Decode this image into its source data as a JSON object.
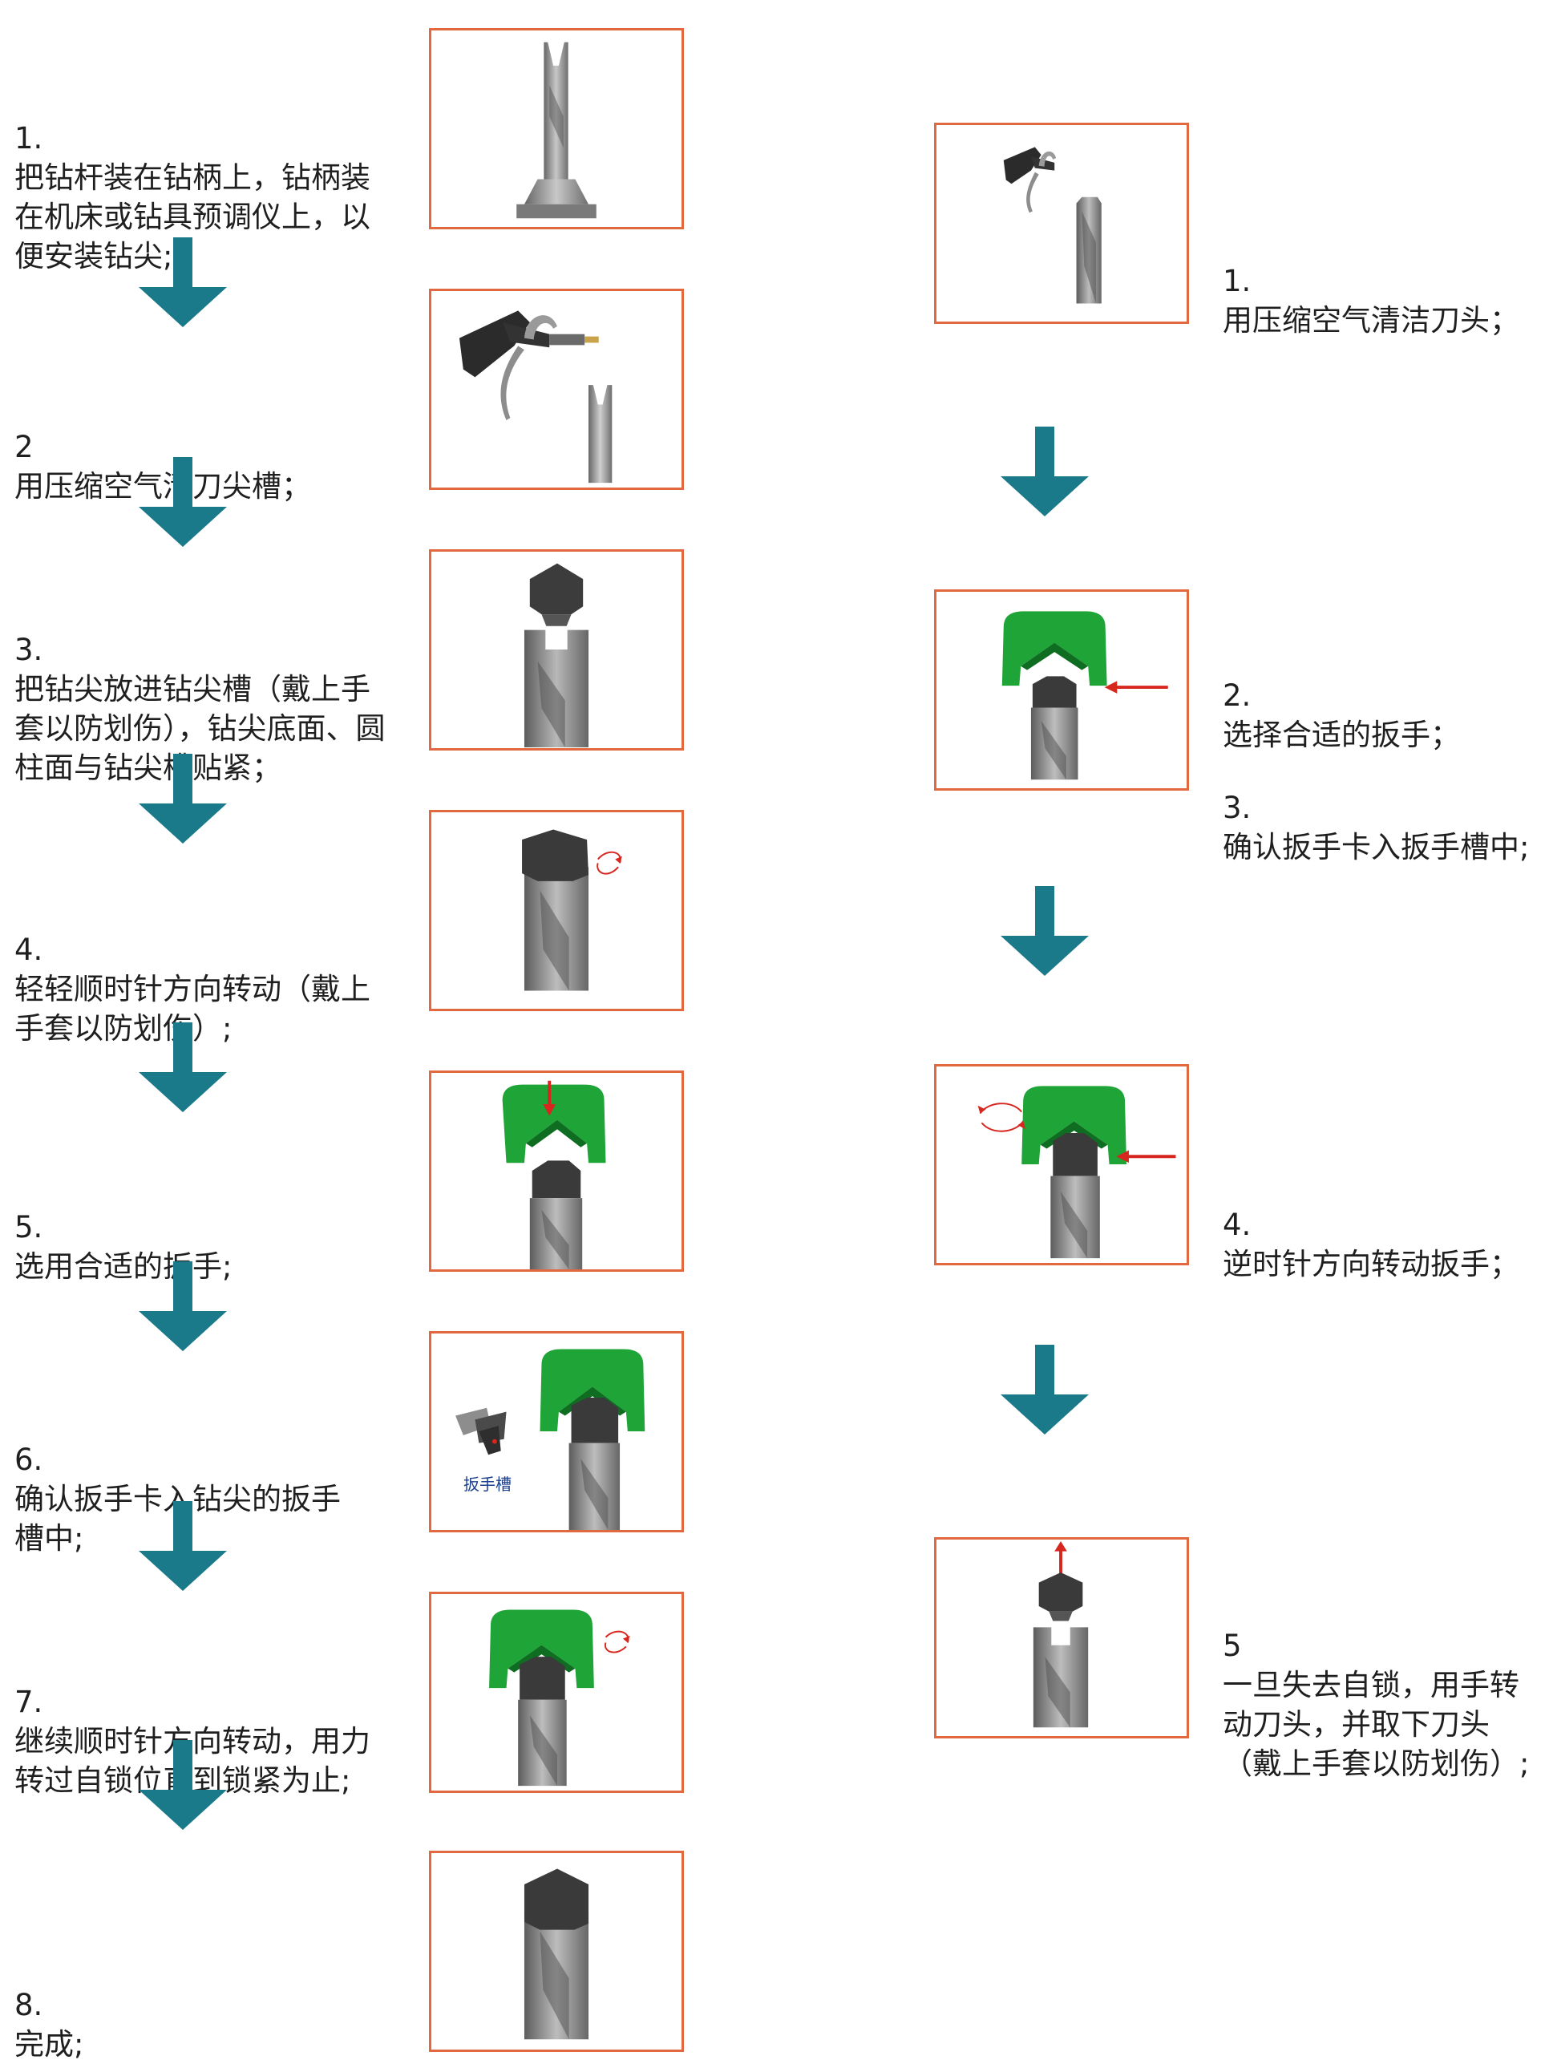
{
  "colors": {
    "frame": "#e2693f",
    "arrow": "#1b7a8a",
    "wrench": "#1fa437",
    "drill": "#8a8a8a",
    "insert": "#3c3c3c",
    "red": "#d7261e"
  },
  "install_steps": [
    {
      "num": "1.",
      "text": "把钻杆装在钻柄上，钻柄装在机床或钻具预调仪上，以便安装钻尖;"
    },
    {
      "num": "2",
      "text": "用压缩空气清刀尖槽；"
    },
    {
      "num": "3.",
      "text": "把钻尖放进钻尖槽（戴上手套以防划伤），钻尖底面、圆柱面与钻尖槽贴紧；"
    },
    {
      "num": "4.",
      "text": "轻轻顺时针方向转动（戴上手套以防划伤）;"
    },
    {
      "num": "5.",
      "text": "选用合适的扳手;"
    },
    {
      "num": "6.",
      "text": "确认扳手卡入钻尖的扳手槽中;"
    },
    {
      "num": "7.",
      "text": "继续顺时针方向转动，用力转过自锁位直到锁紧为止;"
    },
    {
      "num": "8.",
      "text": "完成;"
    }
  ],
  "remove_steps": [
    {
      "num": "1.",
      "text": "用压缩空气清洁刀头；"
    },
    {
      "num": "2.",
      "text": "选择合适的扳手；"
    },
    {
      "num": "3.",
      "text": "确认扳手卡入扳手槽中;"
    },
    {
      "num": "4.",
      "text": "逆时针方向转动扳手；"
    },
    {
      "num": "5",
      "text": "一旦失去自锁，用手转动刀头，并取下刀头（戴上手套以防划伤）;"
    }
  ],
  "wrench_slot_label": "扳手槽"
}
